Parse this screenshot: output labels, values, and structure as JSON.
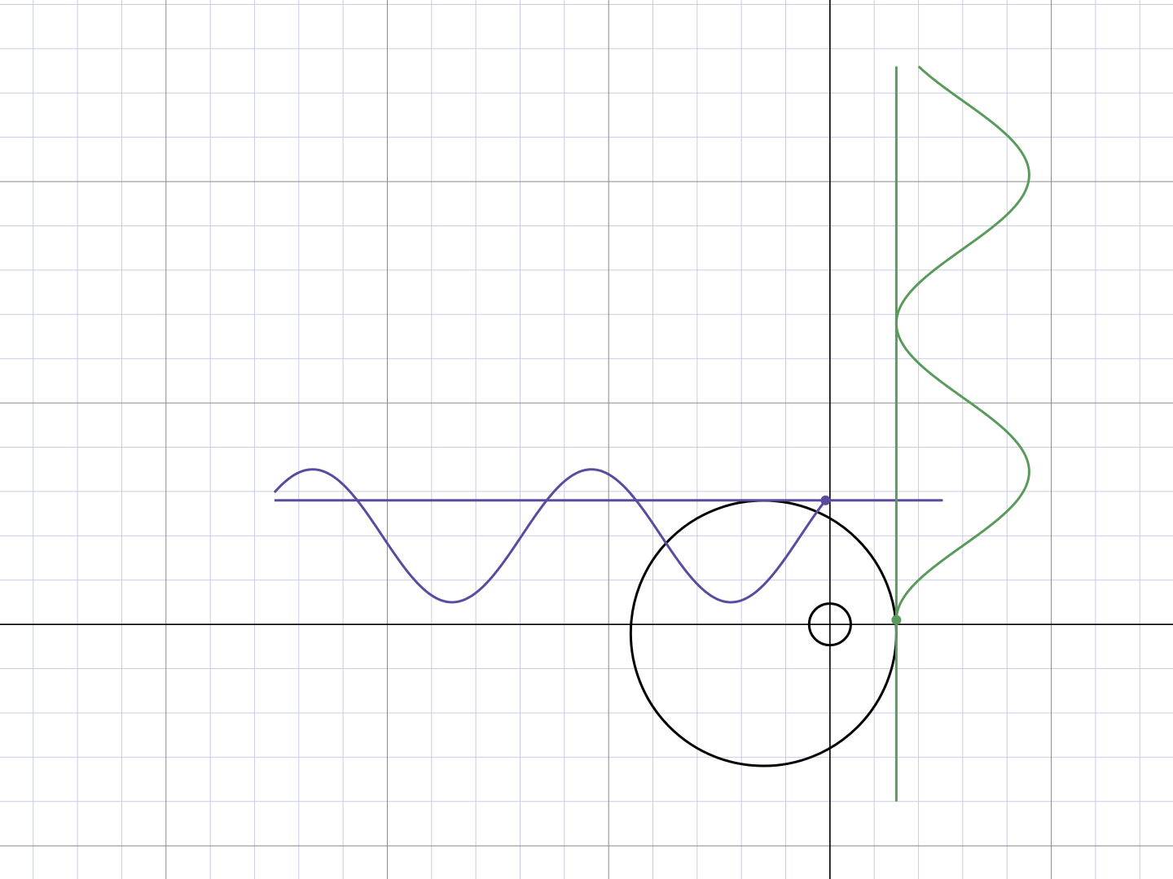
{
  "graph": {
    "background": "#ffffff",
    "grid": {
      "shown": true,
      "minor_color": "#c9cbe6",
      "major_color": "#8a8a8a",
      "minor_step": 1,
      "major_step": 5
    },
    "axes": {
      "shown": true,
      "color": "#000000",
      "x_range": [
        -18.75,
        7.75
      ],
      "y_range": [
        -5.75,
        14.1
      ]
    },
    "objects": {
      "rotating_circle": {
        "color": "#000000",
        "center": [
          -1.5,
          -0.2
        ],
        "radius": 3.0
      },
      "origin_circle": {
        "color": "#000000",
        "center": [
          0,
          0
        ],
        "radius": 0.47
      },
      "horizontal_wave": {
        "color": "#5b4a9e",
        "baseline_y": 2.8,
        "baseline_x_range": [
          -12.55,
          2.55
        ],
        "amplitude": 1.5,
        "center_y": 2.0,
        "wavelength": 6.3,
        "x_range": [
          -12.55,
          -0.1
        ],
        "tracer_point": [
          -0.1,
          2.8
        ]
      },
      "vertical_wave": {
        "color": "#5a9a5a",
        "baseline_x": 1.5,
        "baseline_y_range": [
          -4.0,
          12.6
        ],
        "amplitude": 3.0,
        "wavelength": 6.7,
        "y_range": [
          0.1,
          12.6
        ],
        "tracer_point": [
          1.5,
          0.1
        ]
      }
    }
  }
}
